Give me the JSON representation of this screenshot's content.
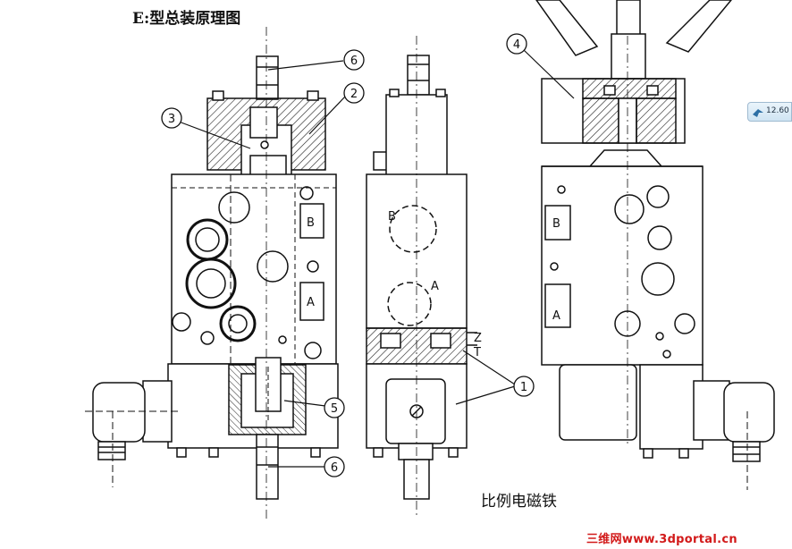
{
  "title": "E:型总装原理图",
  "caption": "比例电磁铁",
  "watermark": "三维网www.3dportal.cn",
  "badge": "12.60",
  "callouts": {
    "c1": "1",
    "c2": "2",
    "c3": "3",
    "c4": "4",
    "c5": "5",
    "c6_top": "6",
    "c6_bottom": "6"
  },
  "port_labels": {
    "left_B": "B",
    "left_A": "A",
    "mid_B": "B",
    "mid_A": "A",
    "right_B": "B",
    "right_A": "A",
    "Z": "Z",
    "T": "T"
  },
  "colors": {
    "line": "#111111",
    "hatch": "#222222",
    "watermark": "#d21a1a"
  }
}
